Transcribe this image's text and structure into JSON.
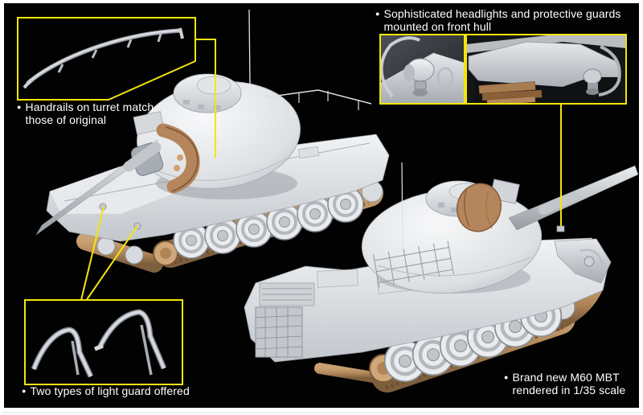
{
  "page": {
    "background_color": "#ffffff",
    "canvas_color": "#000000",
    "accent_color": "#f3e50d",
    "text_color": "#ffffff",
    "tank_body_color": "#d6d9dc",
    "track_color": "#b59364",
    "mantlet_cover_color": "#b5865c"
  },
  "annotations": {
    "handrails": {
      "bullet": "●",
      "line1": "Handrails on turret match",
      "line2": "those of original"
    },
    "headlights": {
      "bullet": "●",
      "line1": "Sophisticated headlights and protective guards",
      "line2": "mounted on front hull"
    },
    "light_guards": {
      "bullet": "●",
      "line1": "Two types of light guard offered"
    },
    "brand": {
      "bullet": "●",
      "line1": "Brand new M60 MBT",
      "line2": "rendered in 1/35 scale"
    }
  }
}
